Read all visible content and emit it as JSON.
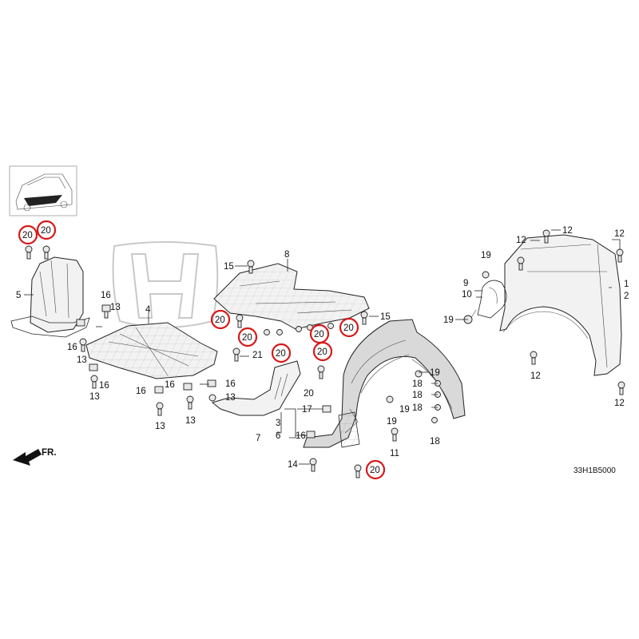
{
  "diagram": {
    "drawing_code": "33H1B5000",
    "direction_label": "FR.",
    "part_numbers": {
      "n1": "1",
      "n2": "2",
      "n3": "3",
      "n4": "4",
      "n5": "5",
      "n6": "6",
      "n7": "7",
      "n8": "8",
      "n9": "9",
      "n10": "10",
      "n11": "11",
      "n12": "12",
      "n13": "13",
      "n14": "14",
      "n15": "15",
      "n16": "16",
      "n17": "17",
      "n18": "18",
      "n19": "19",
      "n20": "20",
      "n21": "21"
    }
  }
}
